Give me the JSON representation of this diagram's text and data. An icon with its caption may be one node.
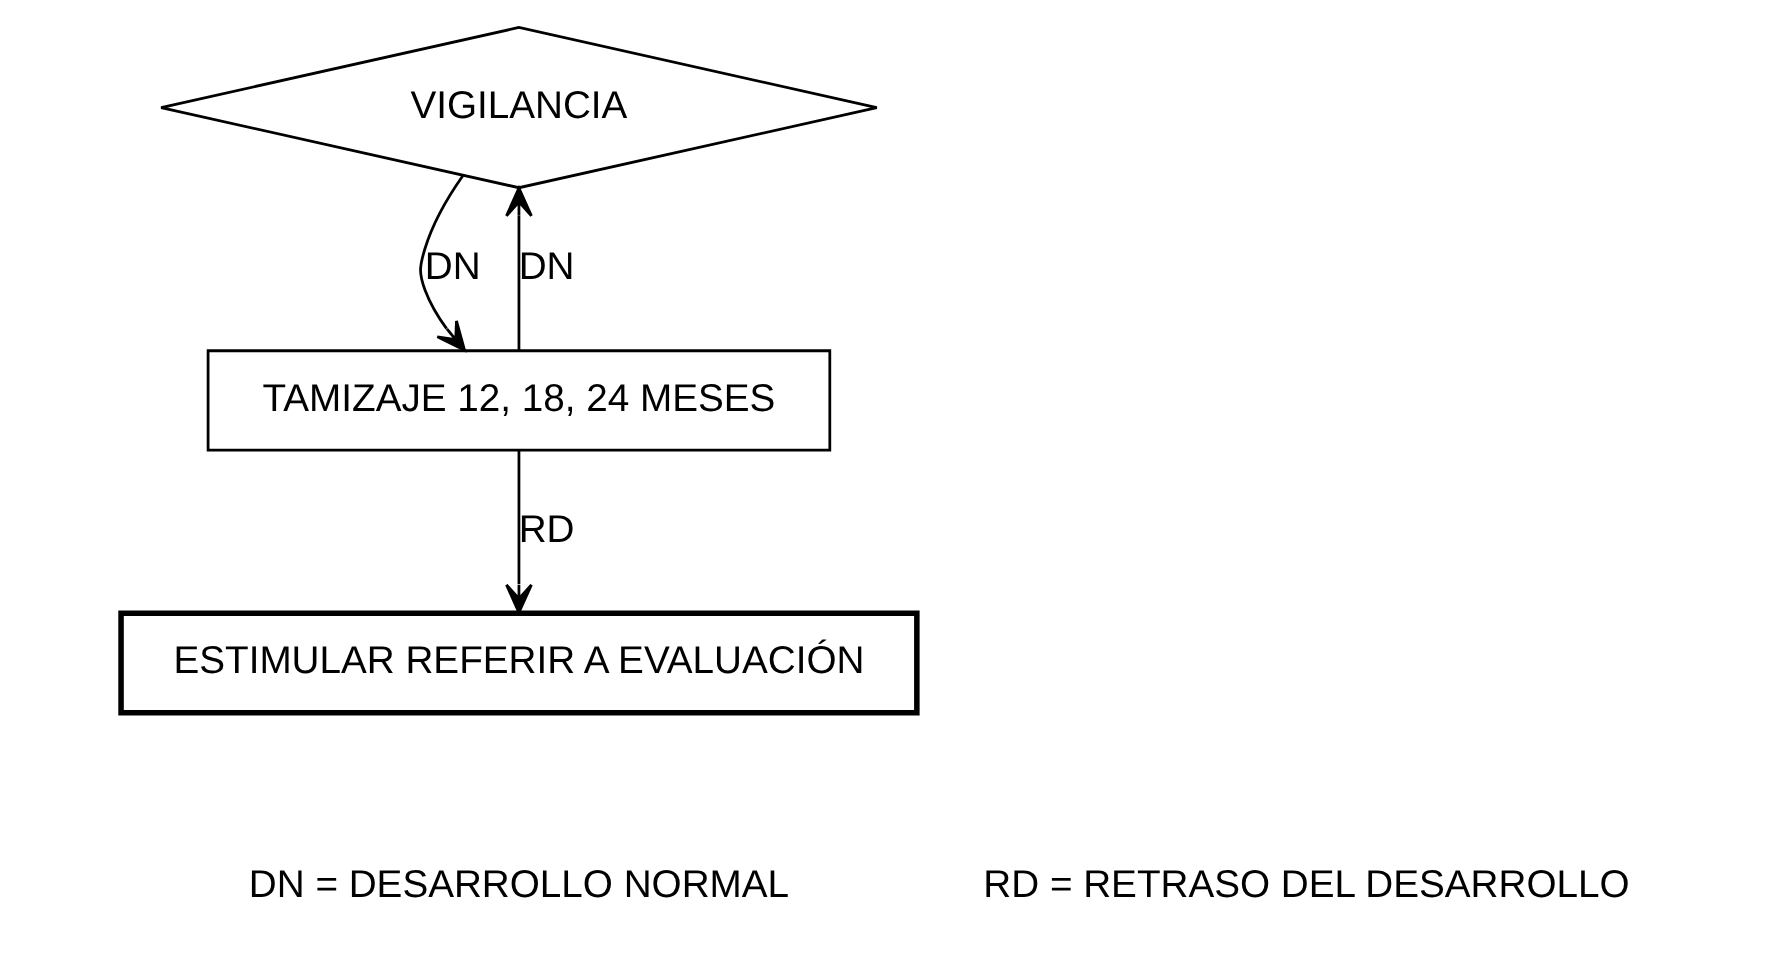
{
  "diagram": {
    "nodes": [
      {
        "text": [
          "VIGILANCIA"
        ]
      },
      {
        "text": [
          "TAMIZAJE 12, 18, 24 MESES"
        ]
      },
      {
        "text": [
          "ESTIMULAR REFERIR A EVALUACIÓN"
        ]
      }
    ],
    "edges": [
      {
        "from": 1,
        "to": 0,
        "arrow": "to",
        "label": "DN"
      },
      {
        "from": 0,
        "to": 1,
        "arrow": "to",
        "label": "DN"
      },
      {
        "from": 1,
        "to": 2,
        "arrow": "to",
        "label": "RD"
      }
    ],
    "labels": [
      "DN = DESARROLLO NORMAL",
      "RD = RETRASO DEL DESARROLLO"
    ]
  }
}
